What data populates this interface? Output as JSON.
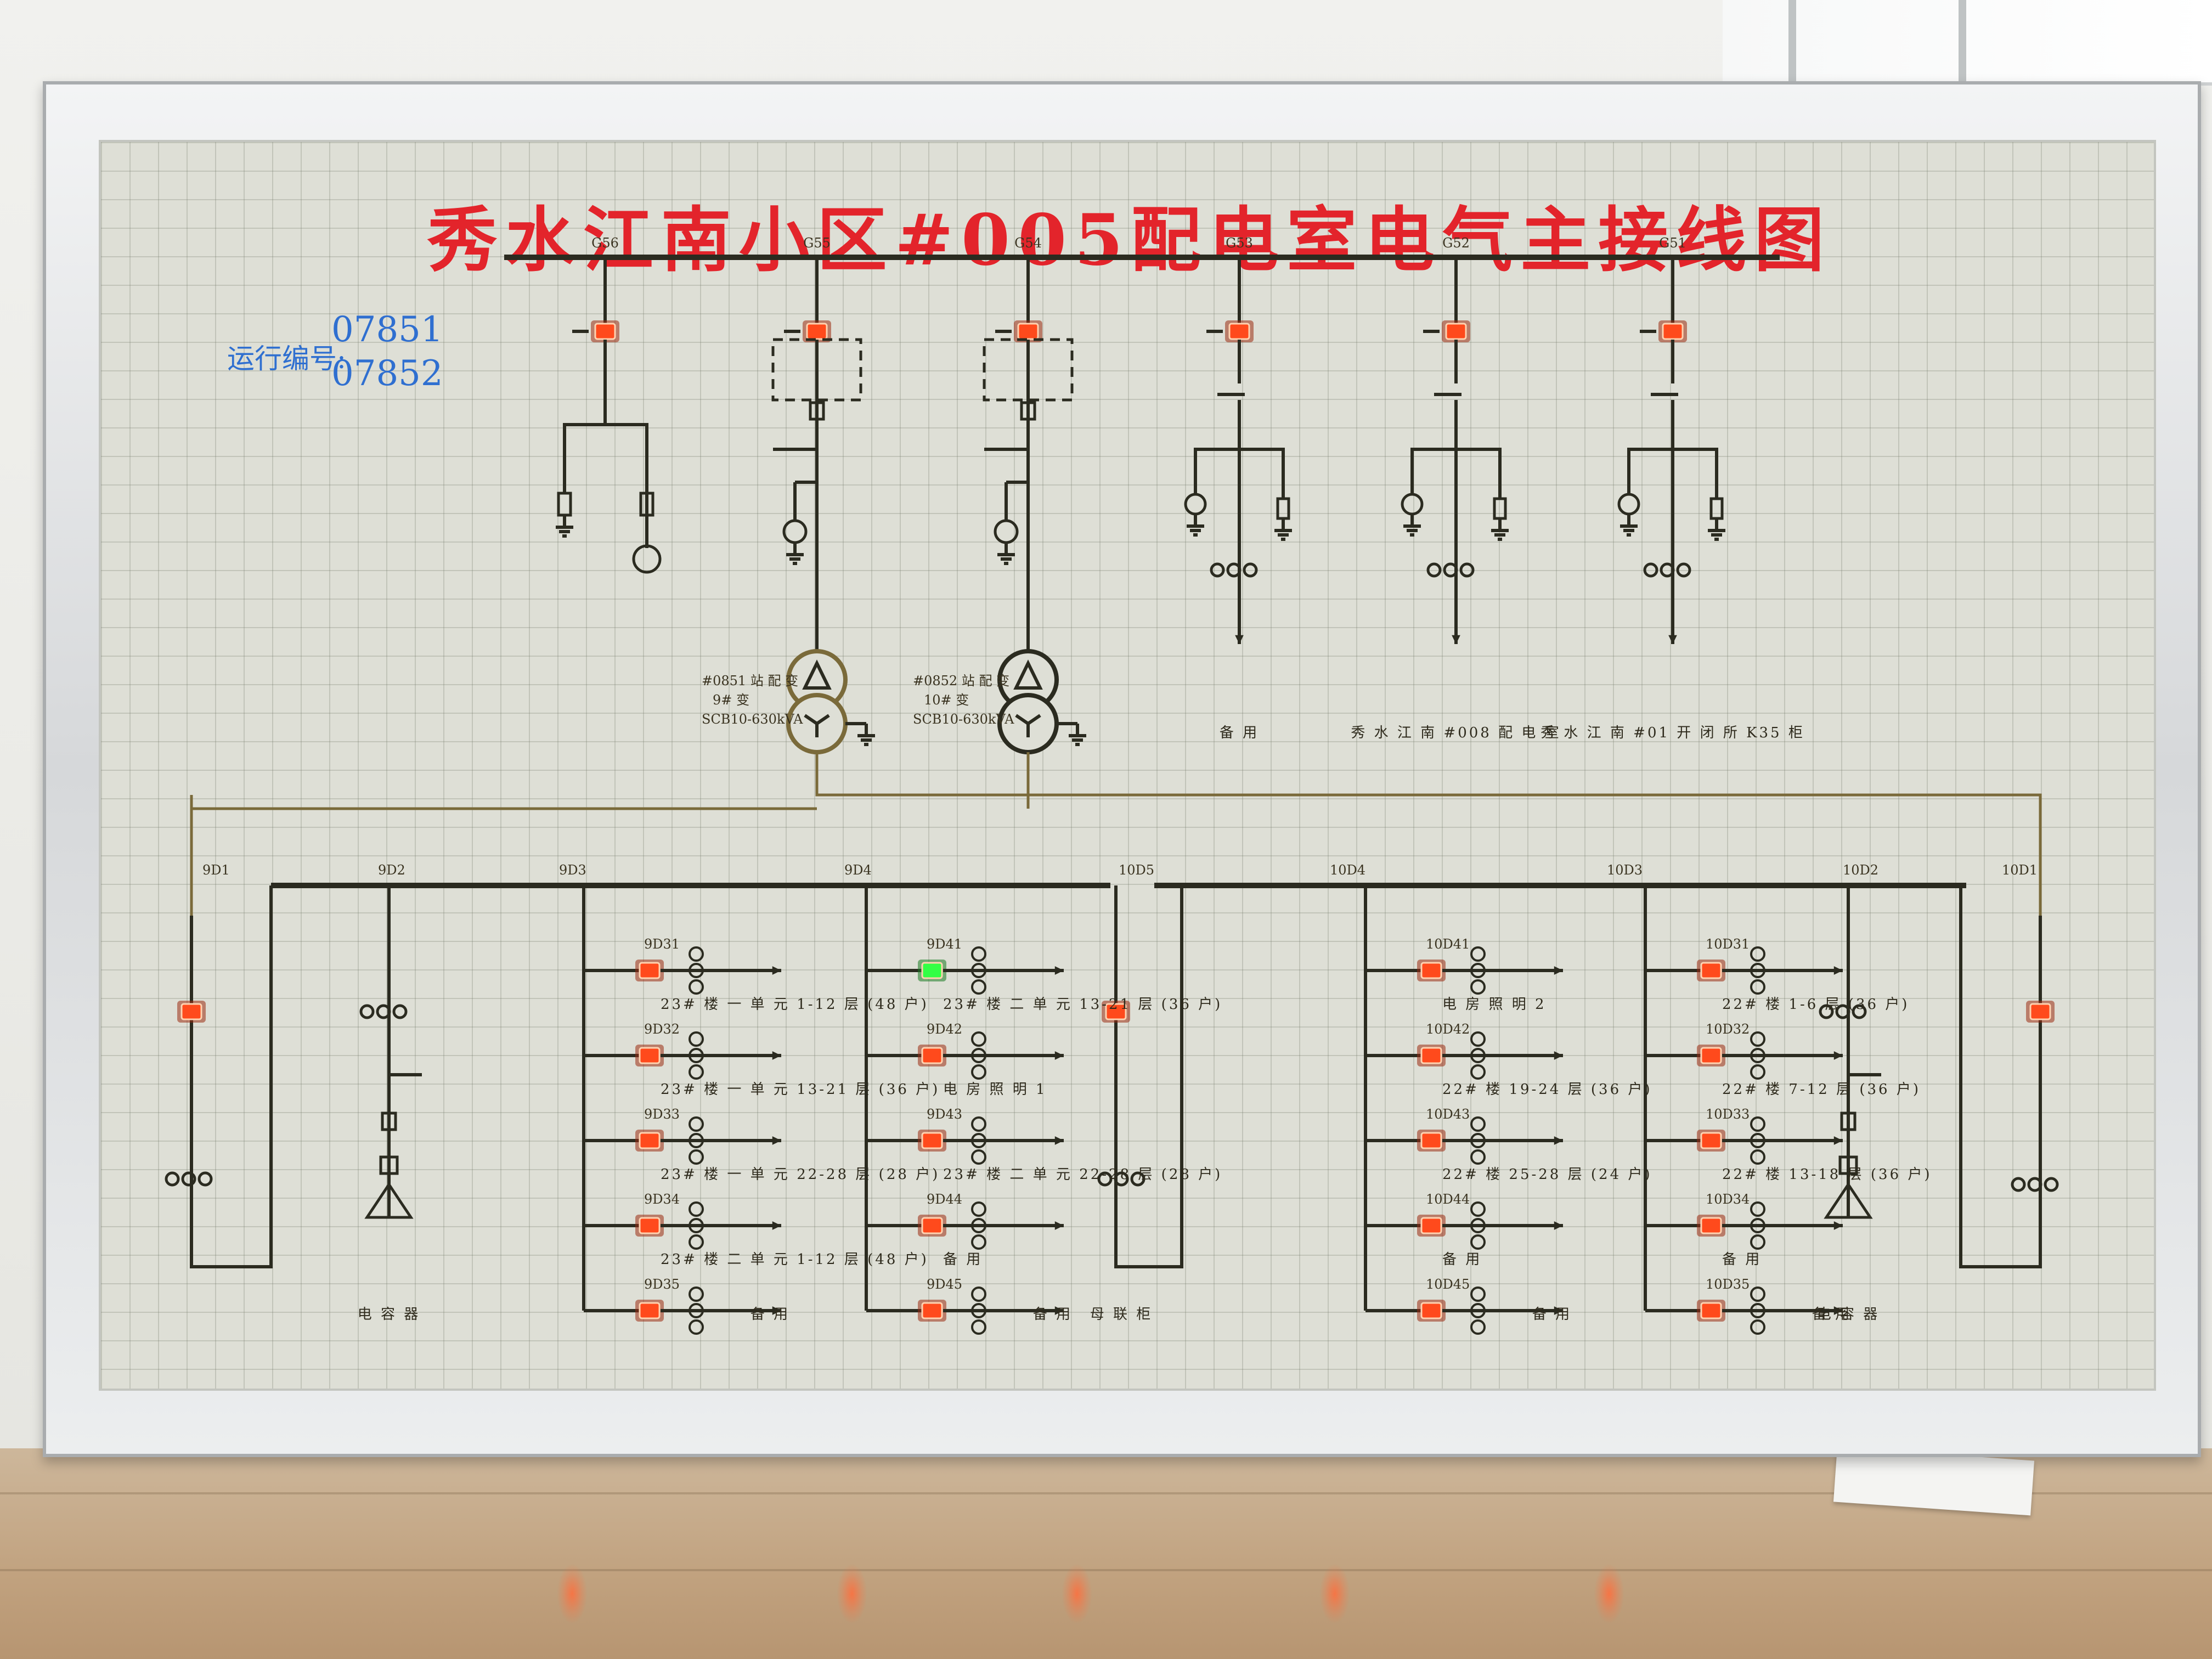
{
  "board": {
    "title": "秀水江南小区#005配电室电气主接线图",
    "op_number_label": "运行编号:",
    "op_numbers": [
      "07851",
      "07852"
    ]
  },
  "hv_cabinets": [
    {
      "id": "G56",
      "label": ""
    },
    {
      "id": "G55",
      "label": ""
    },
    {
      "id": "G54",
      "label": ""
    },
    {
      "id": "G53",
      "label": "备 用"
    },
    {
      "id": "G52",
      "label": "秀 水 江 南 #008 配 电 室"
    },
    {
      "id": "G51",
      "label": "秀 水 江 南 #01 开 闭 所 K35 柜"
    }
  ],
  "transformers": [
    {
      "line1": "#0851 站 配 变",
      "line2": "9# 变",
      "line3": "SCB10-630kVA"
    },
    {
      "line1": "#0852 站 配 变",
      "line2": "10# 变",
      "line3": "SCB10-630kVA"
    }
  ],
  "lv_cabinets": [
    "9D1",
    "9D2",
    "9D3",
    "9D4",
    "10D5",
    "10D4",
    "10D3",
    "10D2",
    "10D1"
  ],
  "feeders_9D3": [
    {
      "id": "9D31",
      "label": "23# 楼 一 单 元 1-12 层 (48 户)"
    },
    {
      "id": "9D32",
      "label": "23# 楼 一 单 元 13-21 层 (36 户)"
    },
    {
      "id": "9D33",
      "label": "23# 楼 一 单 元 22-28 层 (28 户)"
    },
    {
      "id": "9D34",
      "label": "23# 楼 二 单 元 1-12 层 (48 户)"
    },
    {
      "id": "9D35",
      "label": "备 用"
    }
  ],
  "feeders_9D4": [
    {
      "id": "9D41",
      "label": "23# 楼 二 单 元 13-21 层 (36 户)"
    },
    {
      "id": "9D42",
      "label": "电 房 照 明 1"
    },
    {
      "id": "9D43",
      "label": "23# 楼 二 单 元 22-28 层 (28 户)"
    },
    {
      "id": "9D44",
      "label": "备 用"
    },
    {
      "id": "9D45",
      "label": "备 用"
    }
  ],
  "feeders_10D4": [
    {
      "id": "10D41",
      "label": "电 房 照 明 2"
    },
    {
      "id": "10D42",
      "label": "22# 楼 19-24 层 (36 户)"
    },
    {
      "id": "10D43",
      "label": "22# 楼 25-28 层 (24 户)"
    },
    {
      "id": "10D44",
      "label": "备 用"
    },
    {
      "id": "10D45",
      "label": "备 用"
    }
  ],
  "feeders_10D3": [
    {
      "id": "10D31",
      "label": "22# 楼 1-6 层 (36 户)"
    },
    {
      "id": "10D32",
      "label": "22# 楼 7-12 层 (36 户)"
    },
    {
      "id": "10D33",
      "label": "22# 楼 13-18 层 (36 户)"
    },
    {
      "id": "10D34",
      "label": "备 用"
    },
    {
      "id": "10D35",
      "label": "备 用"
    }
  ],
  "bottom_labels": {
    "cap_left": "电 容 器",
    "spare_9D3": "备 用",
    "spare_9D4": "备 用",
    "bus_tie": "母 联 柜",
    "spare_10D4": "备 用",
    "spare_10D3": "备 用",
    "cap_right": "电 容 器"
  },
  "colors": {
    "led_red": "#ff4a1c",
    "led_green": "#33ff44",
    "title_red": "#e3242b",
    "number_blue": "#2f6fd0"
  }
}
